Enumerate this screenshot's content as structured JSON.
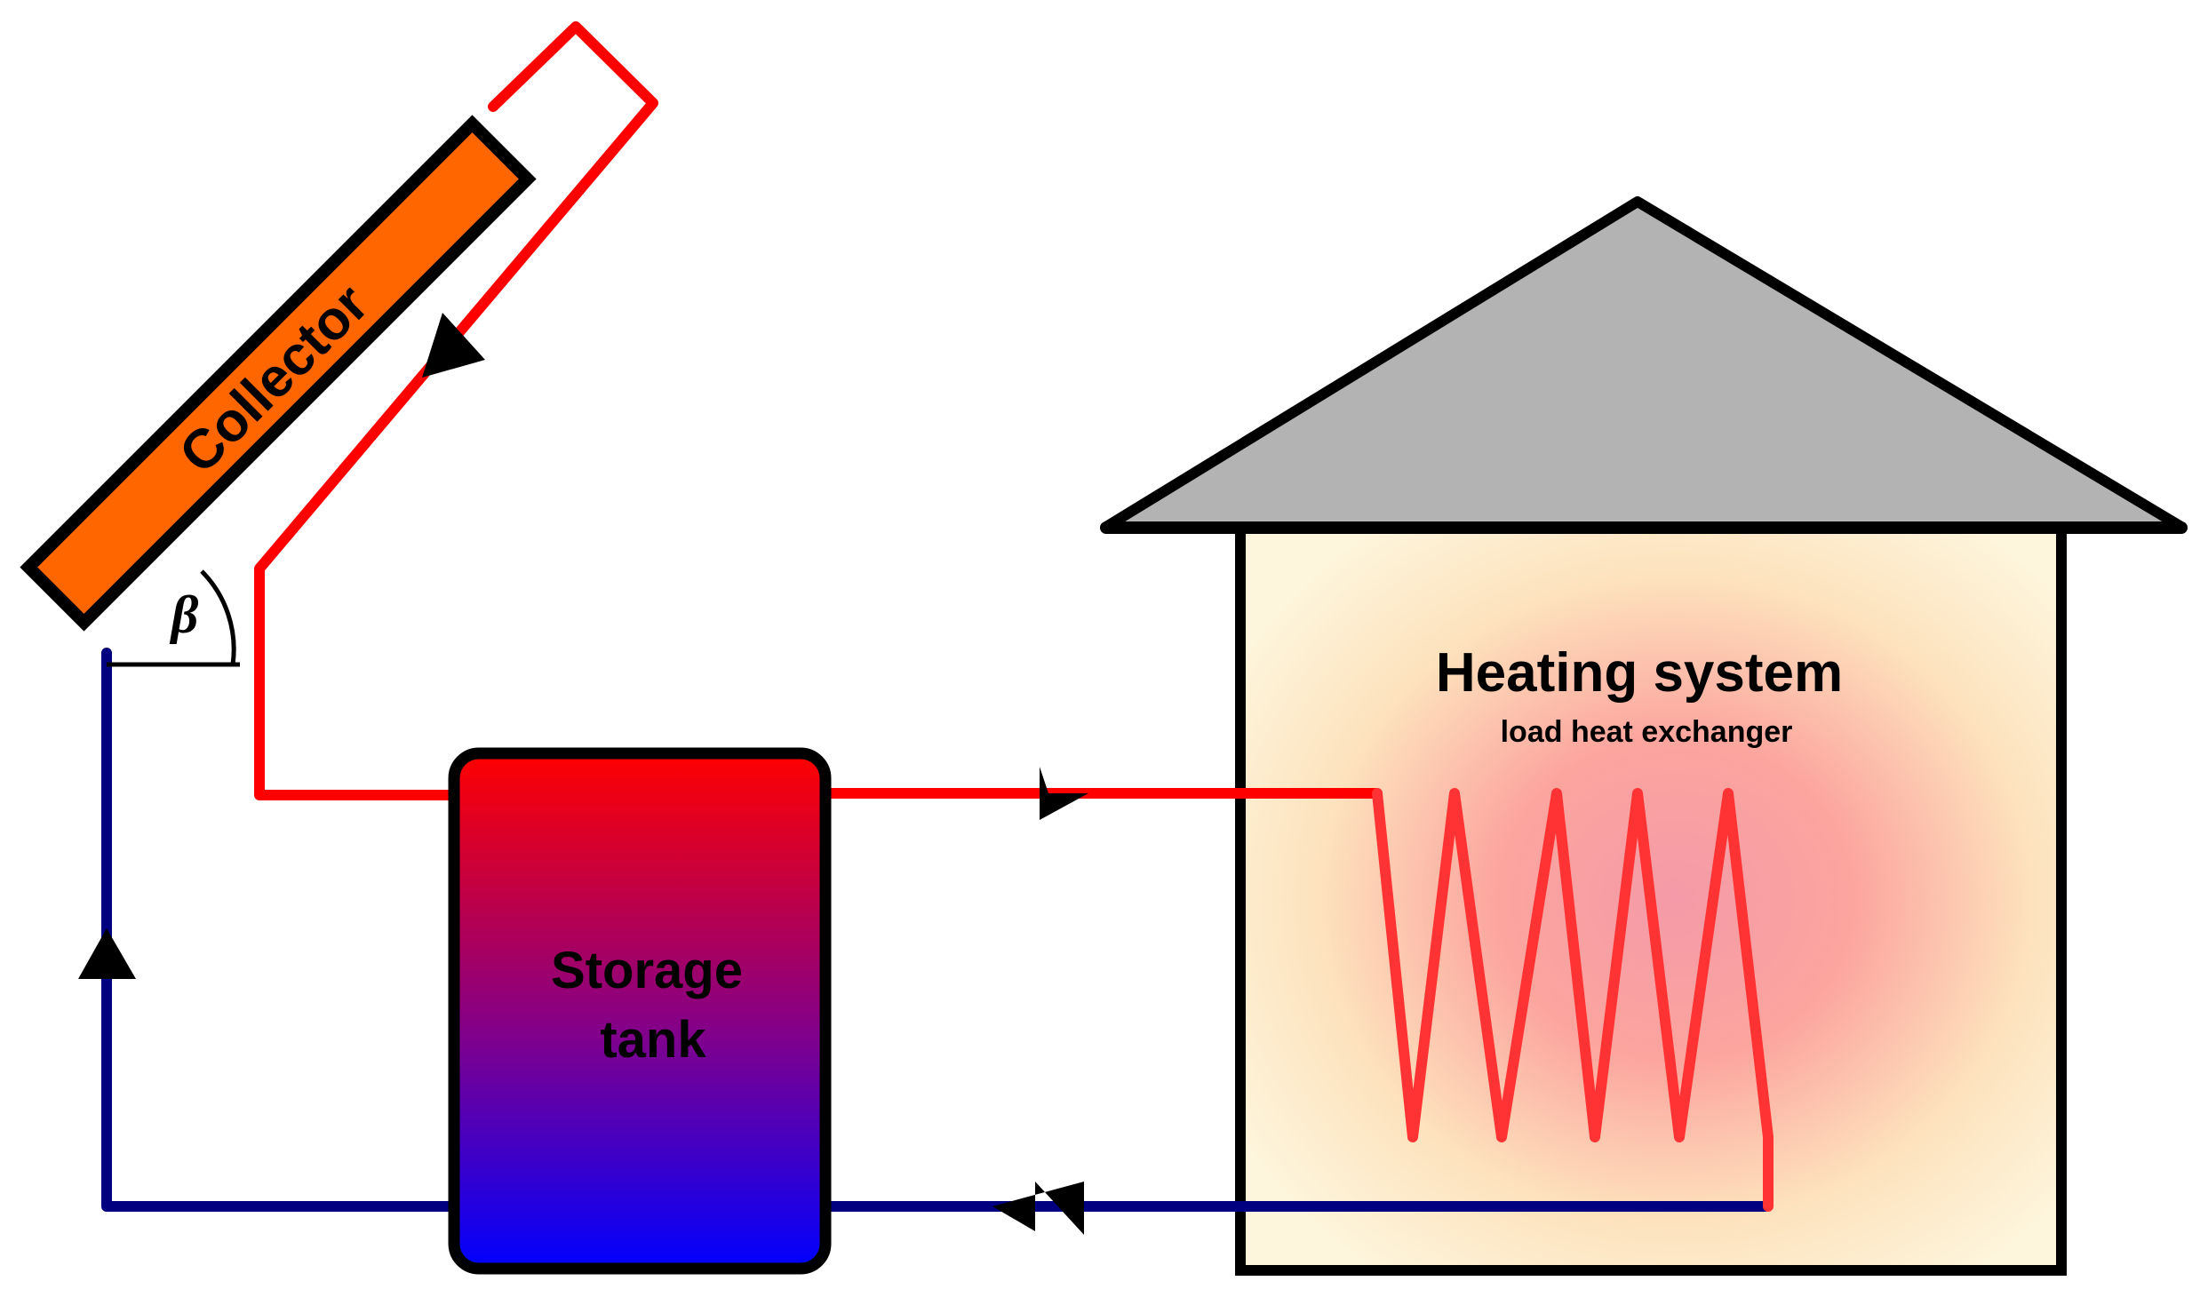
{
  "labels": {
    "collector": "Collector",
    "beta": "β",
    "storage_tank_line1": "Storage",
    "storage_tank_line2": "tank",
    "heating_system": "Heating system",
    "load_heat_exchanger": "load heat exchanger"
  },
  "colors": {
    "hot_pipe": "#ff0000",
    "cold_pipe": "#000080",
    "collector_fill": "#ff6600",
    "roof_fill": "#b3b3b3",
    "tank_top": "#ff0000",
    "tank_bottom": "#0000ff",
    "house_glow": "#fdf4d7",
    "coil": "#ff3333"
  }
}
